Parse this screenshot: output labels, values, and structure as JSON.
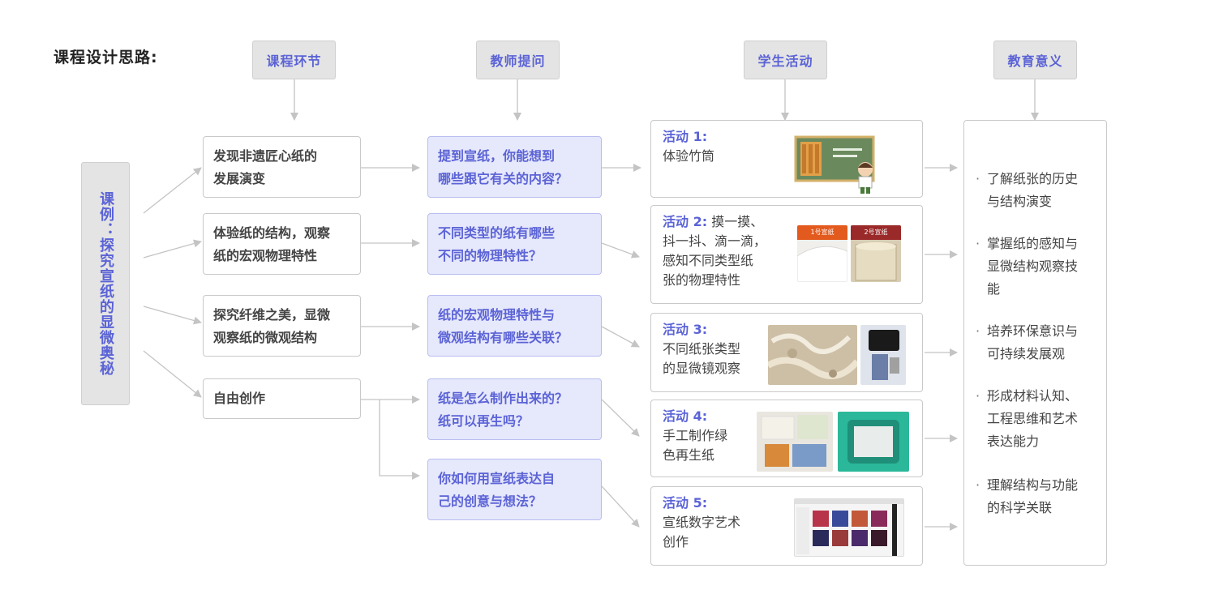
{
  "title": "课程设计思路:",
  "headers": [
    "课程环节",
    "教师提问",
    "学生活动",
    "教育意义"
  ],
  "lesson": "课例：探究宣纸的显微奥秘",
  "stages": [
    [
      "发现非遗匠心纸的",
      "发展演变"
    ],
    [
      "体验纸的结构，观察",
      "纸的宏观物理特性"
    ],
    [
      "探究纤维之美，显微",
      "观察纸的微观结构"
    ],
    [
      "自由创作"
    ]
  ],
  "questions": [
    [
      "提到宣纸，你能想到",
      "哪些跟它有关的内容？"
    ],
    [
      "不同类型的纸有哪些",
      "不同的物理特性？"
    ],
    [
      "纸的宏观物理特性与",
      "微观结构有哪些关联？"
    ],
    [
      "纸是怎么制作出来的？",
      "纸可以再生吗？"
    ],
    [
      "你如何用宣纸表达自",
      "己的创意与想法？"
    ]
  ],
  "activities": [
    {
      "title": "活动 1:",
      "inline": "",
      "lines": [
        "体验竹筒"
      ]
    },
    {
      "title": "活动 2:",
      "inline": "摸一摸、",
      "lines": [
        "抖一抖、滴一滴，",
        "感知不同类型纸",
        "张的物理特性"
      ]
    },
    {
      "title": "活动 3:",
      "inline": "",
      "lines": [
        "不同纸张类型",
        "的显微镜观察"
      ]
    },
    {
      "title": "活动 4:",
      "inline": "",
      "lines": [
        "手工制作绿",
        "色再生纸"
      ]
    },
    {
      "title": "活动 5:",
      "inline": "",
      "lines": [
        "宣纸数字艺术",
        "创作"
      ]
    }
  ],
  "activity_images": {
    "act2_label_1": "1号宣纸",
    "act2_label_2": "2号宣纸"
  },
  "meanings": [
    [
      "了解纸张的历史",
      "与结构演变"
    ],
    [
      "掌握纸的感知与",
      "显微结构观察技",
      "能"
    ],
    [
      "培养环保意识与",
      "可持续发展观"
    ],
    [
      "形成材料认知、",
      "工程思维和艺术",
      "表达能力"
    ],
    [
      "理解结构与功能",
      "的科学关联"
    ]
  ],
  "colors": {
    "accent": "#5b63d6",
    "header_bg": "#e4e4e4",
    "question_bg": "#e6e8fb",
    "arrow": "#c4c4c4"
  }
}
